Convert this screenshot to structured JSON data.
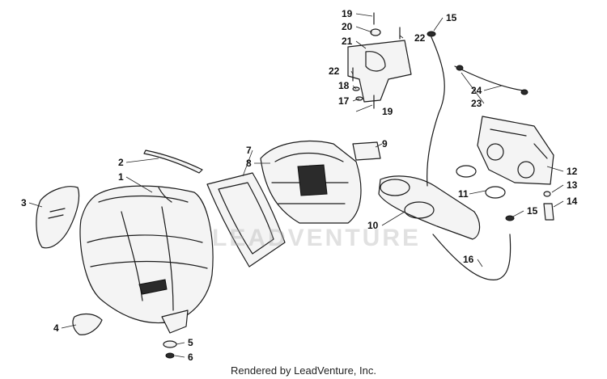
{
  "footer_text": "Rendered by LeadVenture, Inc.",
  "watermark_text": "LEADVENTURE",
  "callouts": [
    {
      "id": "c1",
      "label": "1"
    },
    {
      "id": "c2",
      "label": "2"
    },
    {
      "id": "c3",
      "label": "3"
    },
    {
      "id": "c4",
      "label": "4"
    },
    {
      "id": "c5",
      "label": "5"
    },
    {
      "id": "c6",
      "label": "6"
    },
    {
      "id": "c7",
      "label": "7"
    },
    {
      "id": "c8",
      "label": "8"
    },
    {
      "id": "c9",
      "label": "9"
    },
    {
      "id": "c10",
      "label": "10"
    },
    {
      "id": "c11",
      "label": "11"
    },
    {
      "id": "c12",
      "label": "12"
    },
    {
      "id": "c13",
      "label": "13"
    },
    {
      "id": "c14",
      "label": "14"
    },
    {
      "id": "c15a",
      "label": "15"
    },
    {
      "id": "c15b",
      "label": "15"
    },
    {
      "id": "c16",
      "label": "16"
    },
    {
      "id": "c17",
      "label": "17"
    },
    {
      "id": "c18",
      "label": "18"
    },
    {
      "id": "c19a",
      "label": "19"
    },
    {
      "id": "c19b",
      "label": "19"
    },
    {
      "id": "c20",
      "label": "20"
    },
    {
      "id": "c21",
      "label": "21"
    },
    {
      "id": "c22a",
      "label": "22"
    },
    {
      "id": "c22b",
      "label": "22"
    },
    {
      "id": "c23",
      "label": "23"
    },
    {
      "id": "c24",
      "label": "24"
    }
  ]
}
